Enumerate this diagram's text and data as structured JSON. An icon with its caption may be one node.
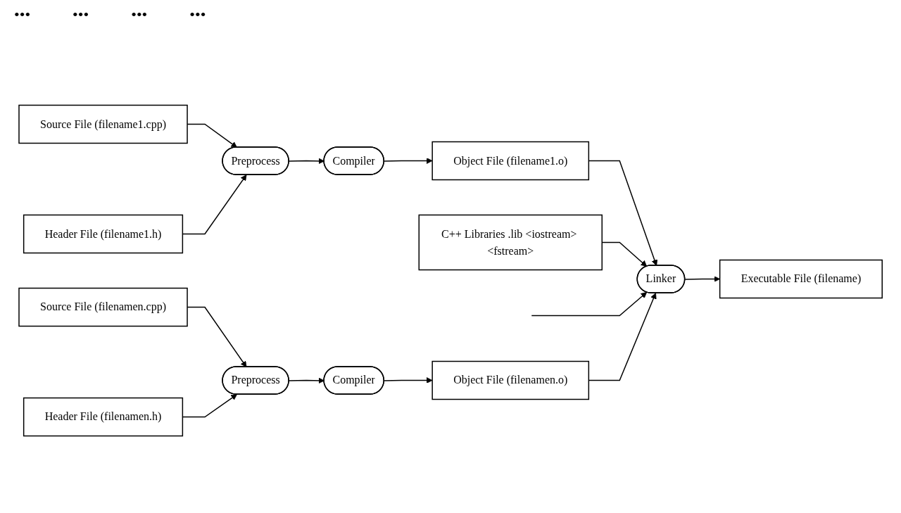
{
  "diagram": {
    "nodes": [
      {
        "text": [
          "Source File (filename1.cpp)"
        ]
      },
      {
        "text": [
          "Preprocess"
        ]
      },
      {
        "text": [
          "Compiler"
        ]
      },
      {
        "text": [
          "Object File (filename1.o)"
        ]
      },
      {
        "text": [
          "Header File (filename1.h)"
        ]
      },
      {
        "text": [
          "C++ Libraries .lib <iostream> <fstream>"
        ]
      },
      {
        "text": [
          "Linker"
        ]
      },
      {
        "text": [
          "Executable File (filename)"
        ]
      },
      {
        "text": [
          "Source File (filenamen.cpp)"
        ]
      },
      {
        "text": [
          "Preprocess"
        ]
      },
      {
        "text": [
          "Compiler"
        ]
      },
      {
        "text": [
          "Object File (filenamen.o)"
        ]
      },
      {
        "text": [
          "Header File (filenamen.h)"
        ]
      }
    ],
    "edges": [
      {
        "from": 0,
        "to": 1,
        "arrow": "to"
      },
      {
        "from": 1,
        "to": 2,
        "arrow": "to"
      },
      {
        "from": 2,
        "to": 3,
        "arrow": "to"
      },
      {
        "from": 4,
        "to": 1,
        "arrow": "to"
      },
      {
        "from": 3,
        "to": 6,
        "arrow": "to"
      },
      {
        "from": 5,
        "to": 6,
        "arrow": "to"
      },
      {
        "from": 6,
        "to": 7,
        "arrow": "to"
      },
      {
        "from": null,
        "to": 6,
        "arrow": "to"
      },
      {
        "from": 8,
        "to": 9,
        "arrow": "to"
      },
      {
        "from": 9,
        "to": 10,
        "arrow": "to"
      },
      {
        "from": 10,
        "to": 11,
        "arrow": "to"
      },
      {
        "from": 12,
        "to": 9,
        "arrow": "to"
      },
      {
        "from": 11,
        "to": 6,
        "arrow": "to"
      }
    ],
    "labels": [
      "•••",
      "•••",
      "•••",
      "•••"
    ]
  }
}
